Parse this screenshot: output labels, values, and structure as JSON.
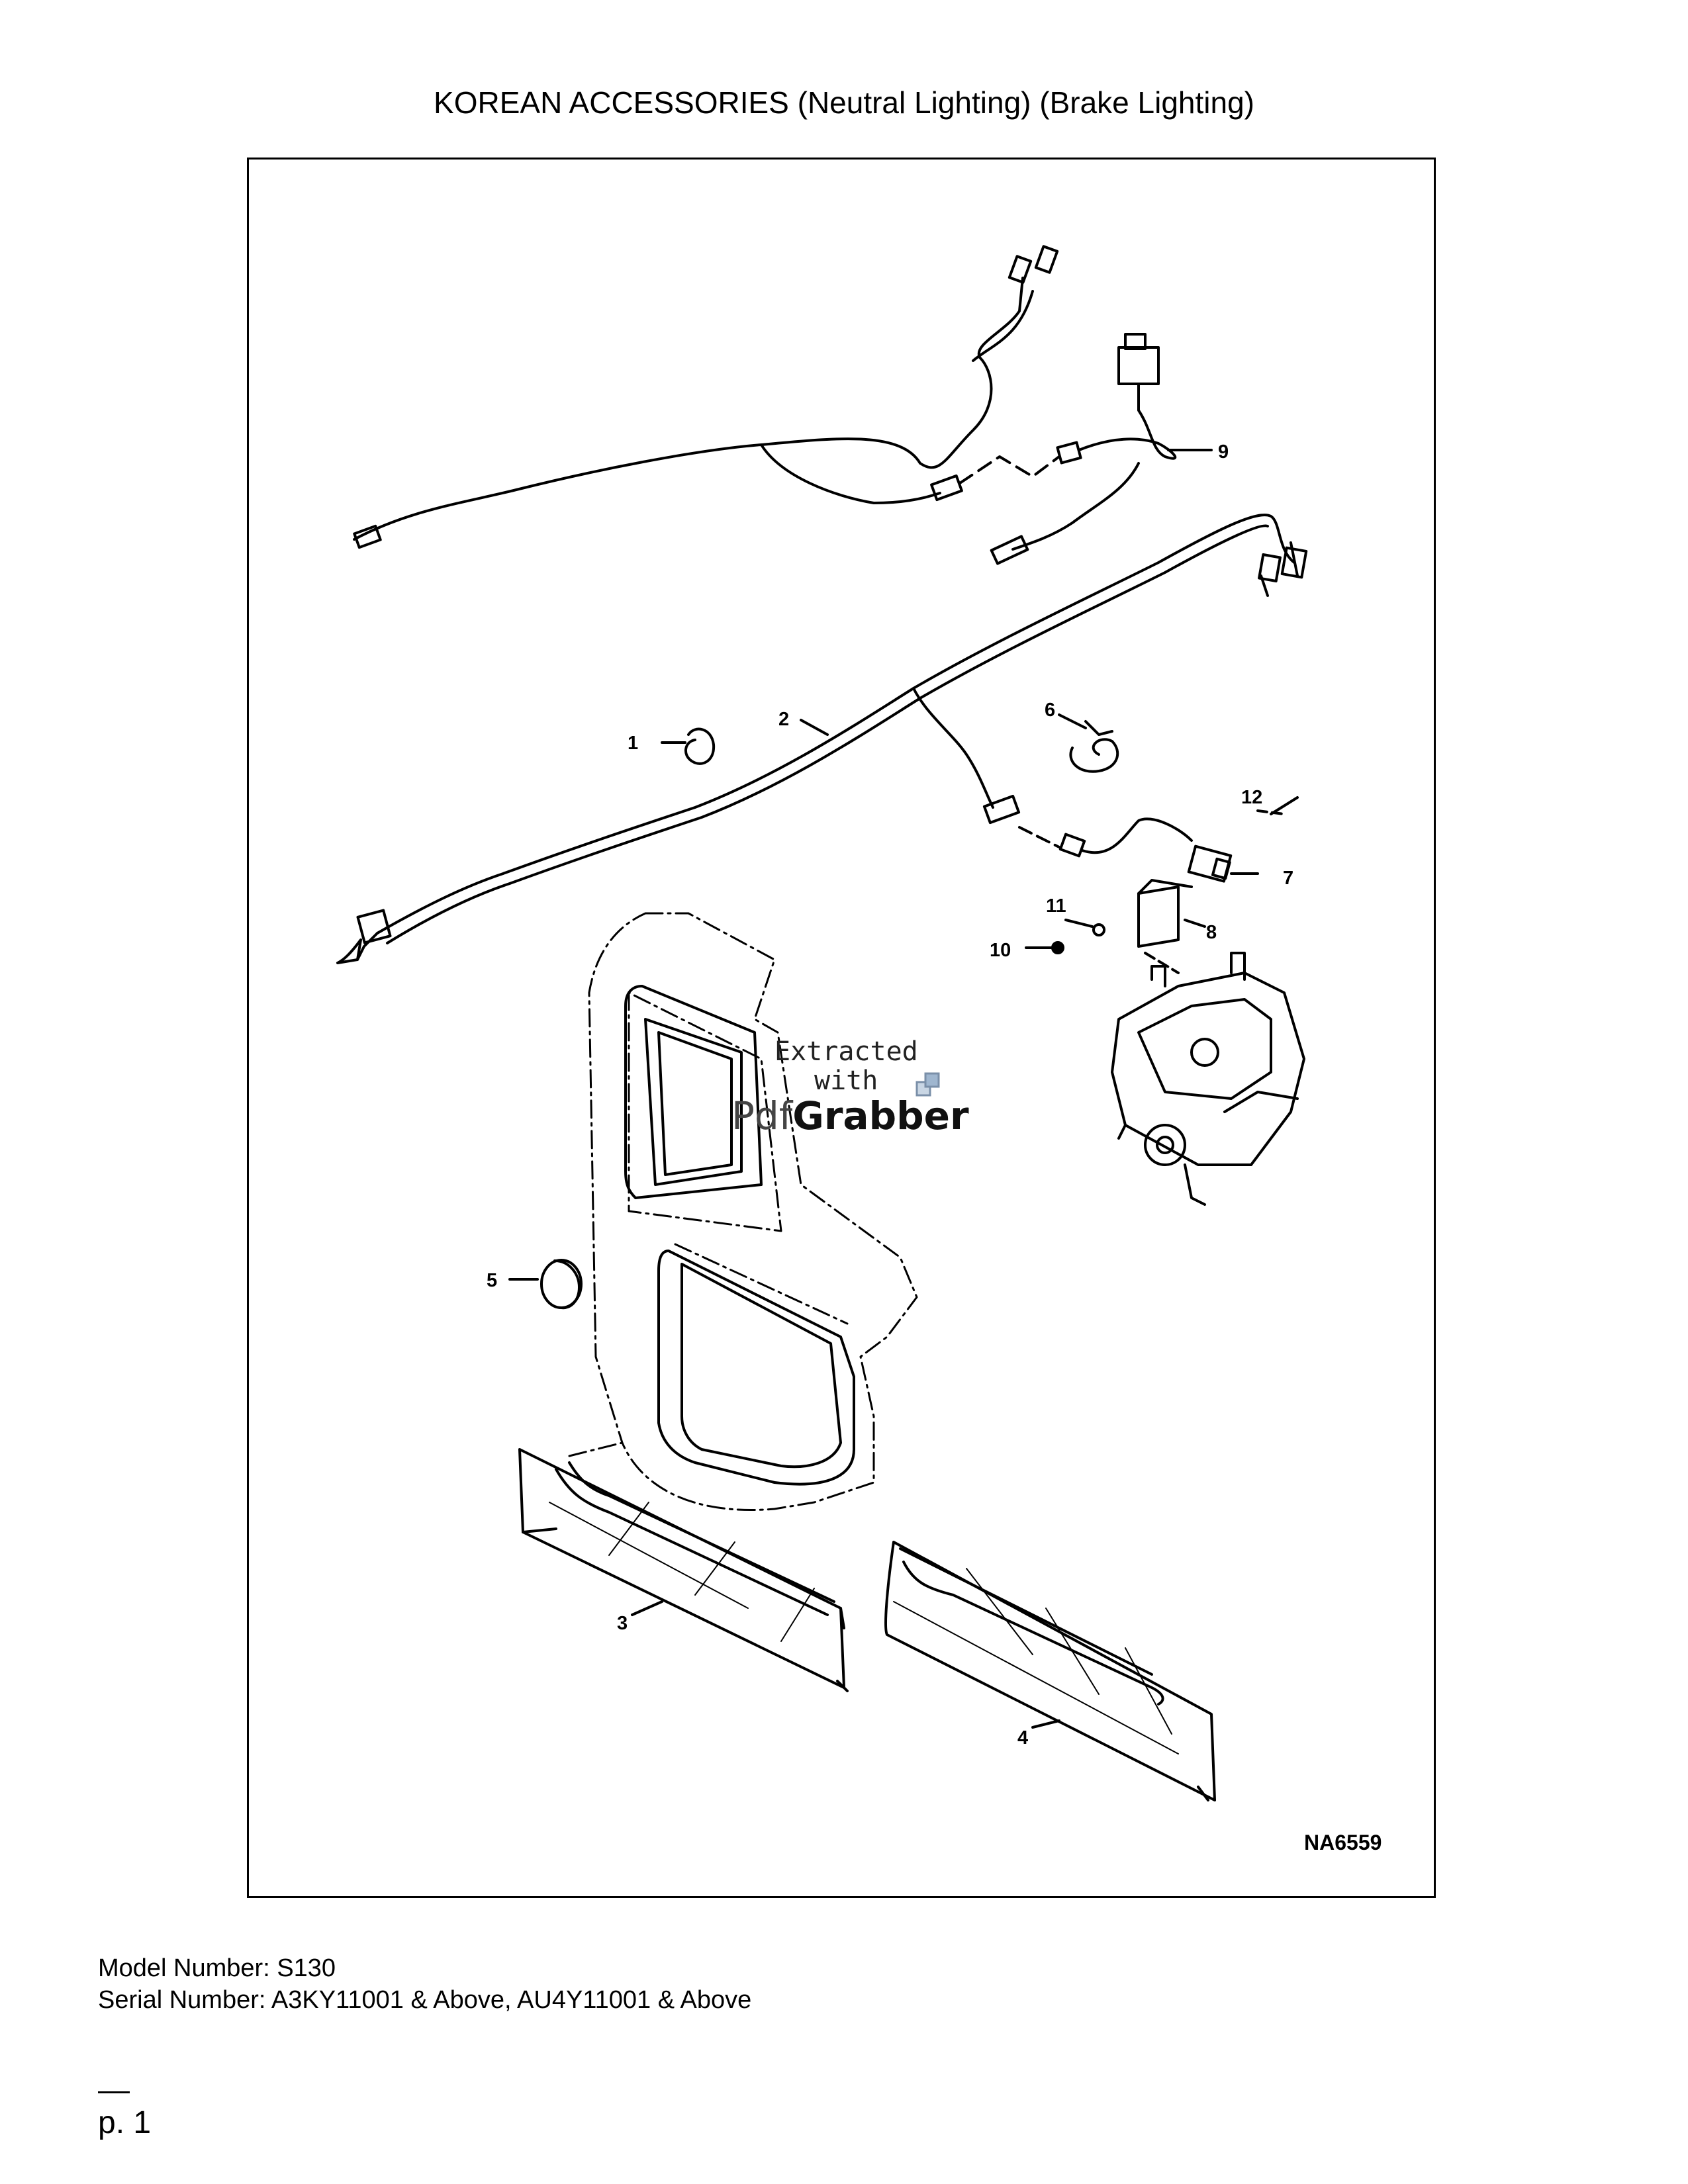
{
  "page": {
    "title": "KOREAN ACCESSORIES (Neutral Lighting) (Brake Lighting)"
  },
  "diagram": {
    "figure_code": "NA6559",
    "callouts": [
      "1",
      "2",
      "3",
      "4",
      "5",
      "6",
      "7",
      "8",
      "9",
      "10",
      "11",
      "12"
    ],
    "watermark": {
      "line1": "Extracted",
      "line2": "with",
      "brand_part1": "Pdf",
      "brand_part2": "Grabber"
    }
  },
  "footer": {
    "model_label": "Model Number: S130",
    "serial_label": "Serial Number: A3KY11001 & Above, AU4Y11001 & Above",
    "page_label": "p. 1"
  }
}
